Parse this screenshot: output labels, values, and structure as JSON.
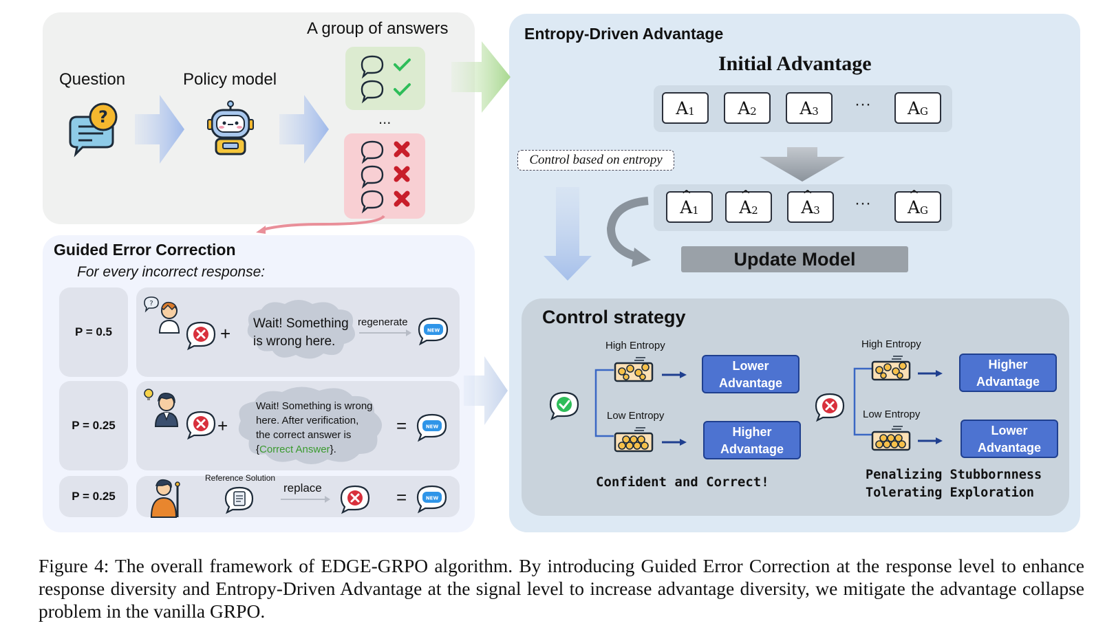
{
  "top": {
    "question_label": "Question",
    "policy_label": "Policy model",
    "group_label": "A group of answers",
    "ellipsis": "..."
  },
  "guided": {
    "title": "Guided Error Correction",
    "subtitle": "For every incorrect response:",
    "rows": [
      {
        "p": "P = 0.5",
        "cloud_line1": "Wait! Something",
        "cloud_line2": "is wrong here.",
        "action": "regenerate"
      },
      {
        "p": "P = 0.25",
        "cloud_line1": "Wait! Something is wrong",
        "cloud_line2": "here. After verification,",
        "cloud_line3": "the correct answer is",
        "brace_open": "{",
        "correct_answer": "Correct Answer",
        "brace_close": "}."
      },
      {
        "p": "P = 0.25",
        "ref_label": "Reference Solution",
        "action": "replace"
      }
    ],
    "plus": "+",
    "equals": "=",
    "new_badge": "NEW"
  },
  "entropy": {
    "title": "Entropy-Driven Advantage",
    "initial_title": "Initial Advantage",
    "control_tag": "Control based on entropy",
    "adv_letter": "A",
    "subscripts": [
      "1",
      "2",
      "3",
      "G"
    ],
    "dots": "···",
    "update_label": "Update Model"
  },
  "control": {
    "title": "Control strategy",
    "left": {
      "high_label": "High Entropy",
      "low_label": "Low Entropy",
      "high_result_1": "Lower",
      "high_result_2": "Advantage",
      "low_result_1": "Higher",
      "low_result_2": "Advantage",
      "caption": "Confident and Correct!"
    },
    "right": {
      "high_label": "High Entropy",
      "low_label": "Low Entropy",
      "high_result_1": "Higher",
      "high_result_2": "Advantage",
      "low_result_1": "Lower",
      "low_result_2": "Advantage",
      "caption_1": "Penalizing Stubbornness",
      "caption_2": "Tolerating Exploration"
    }
  },
  "caption": "Figure 4: The overall framework of EDGE-GRPO algorithm. By introducing Guided Error Correction at the response level to enhance response diversity and Entropy-Driven Advantage at the signal level to increase advantage diversity, we mitigate the advantage collapse problem in the vanilla GRPO.",
  "colors": {
    "check": "#2ebd59",
    "cross": "#c81e2a",
    "button": "#4d73d1",
    "correct_answer": "#3a9a2e"
  }
}
